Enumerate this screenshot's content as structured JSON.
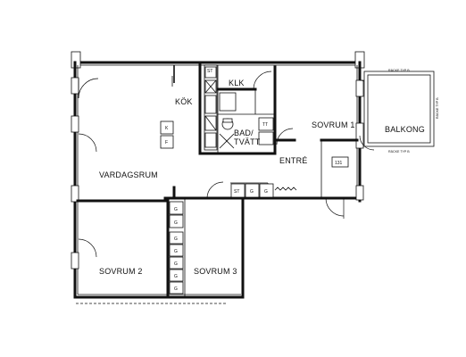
{
  "rooms": {
    "kok": "KÖK",
    "klk": "KLK",
    "bad": "BAD/",
    "tvatt": "TVÄTT",
    "sovrum1": "SOVRUM 1",
    "balkong": "BALKONG",
    "vardagsrum": "VARDAGSRUM",
    "entre": "ENTRÉ",
    "sovrum2": "SOVRUM 2",
    "sovrum3": "SOVRUM 3"
  },
  "labels": {
    "number": "131",
    "st": "ST",
    "g": "G",
    "k": "K",
    "f": "F",
    "tt": "TT",
    "racke_typ_b": "RÄCKE TYP B"
  }
}
